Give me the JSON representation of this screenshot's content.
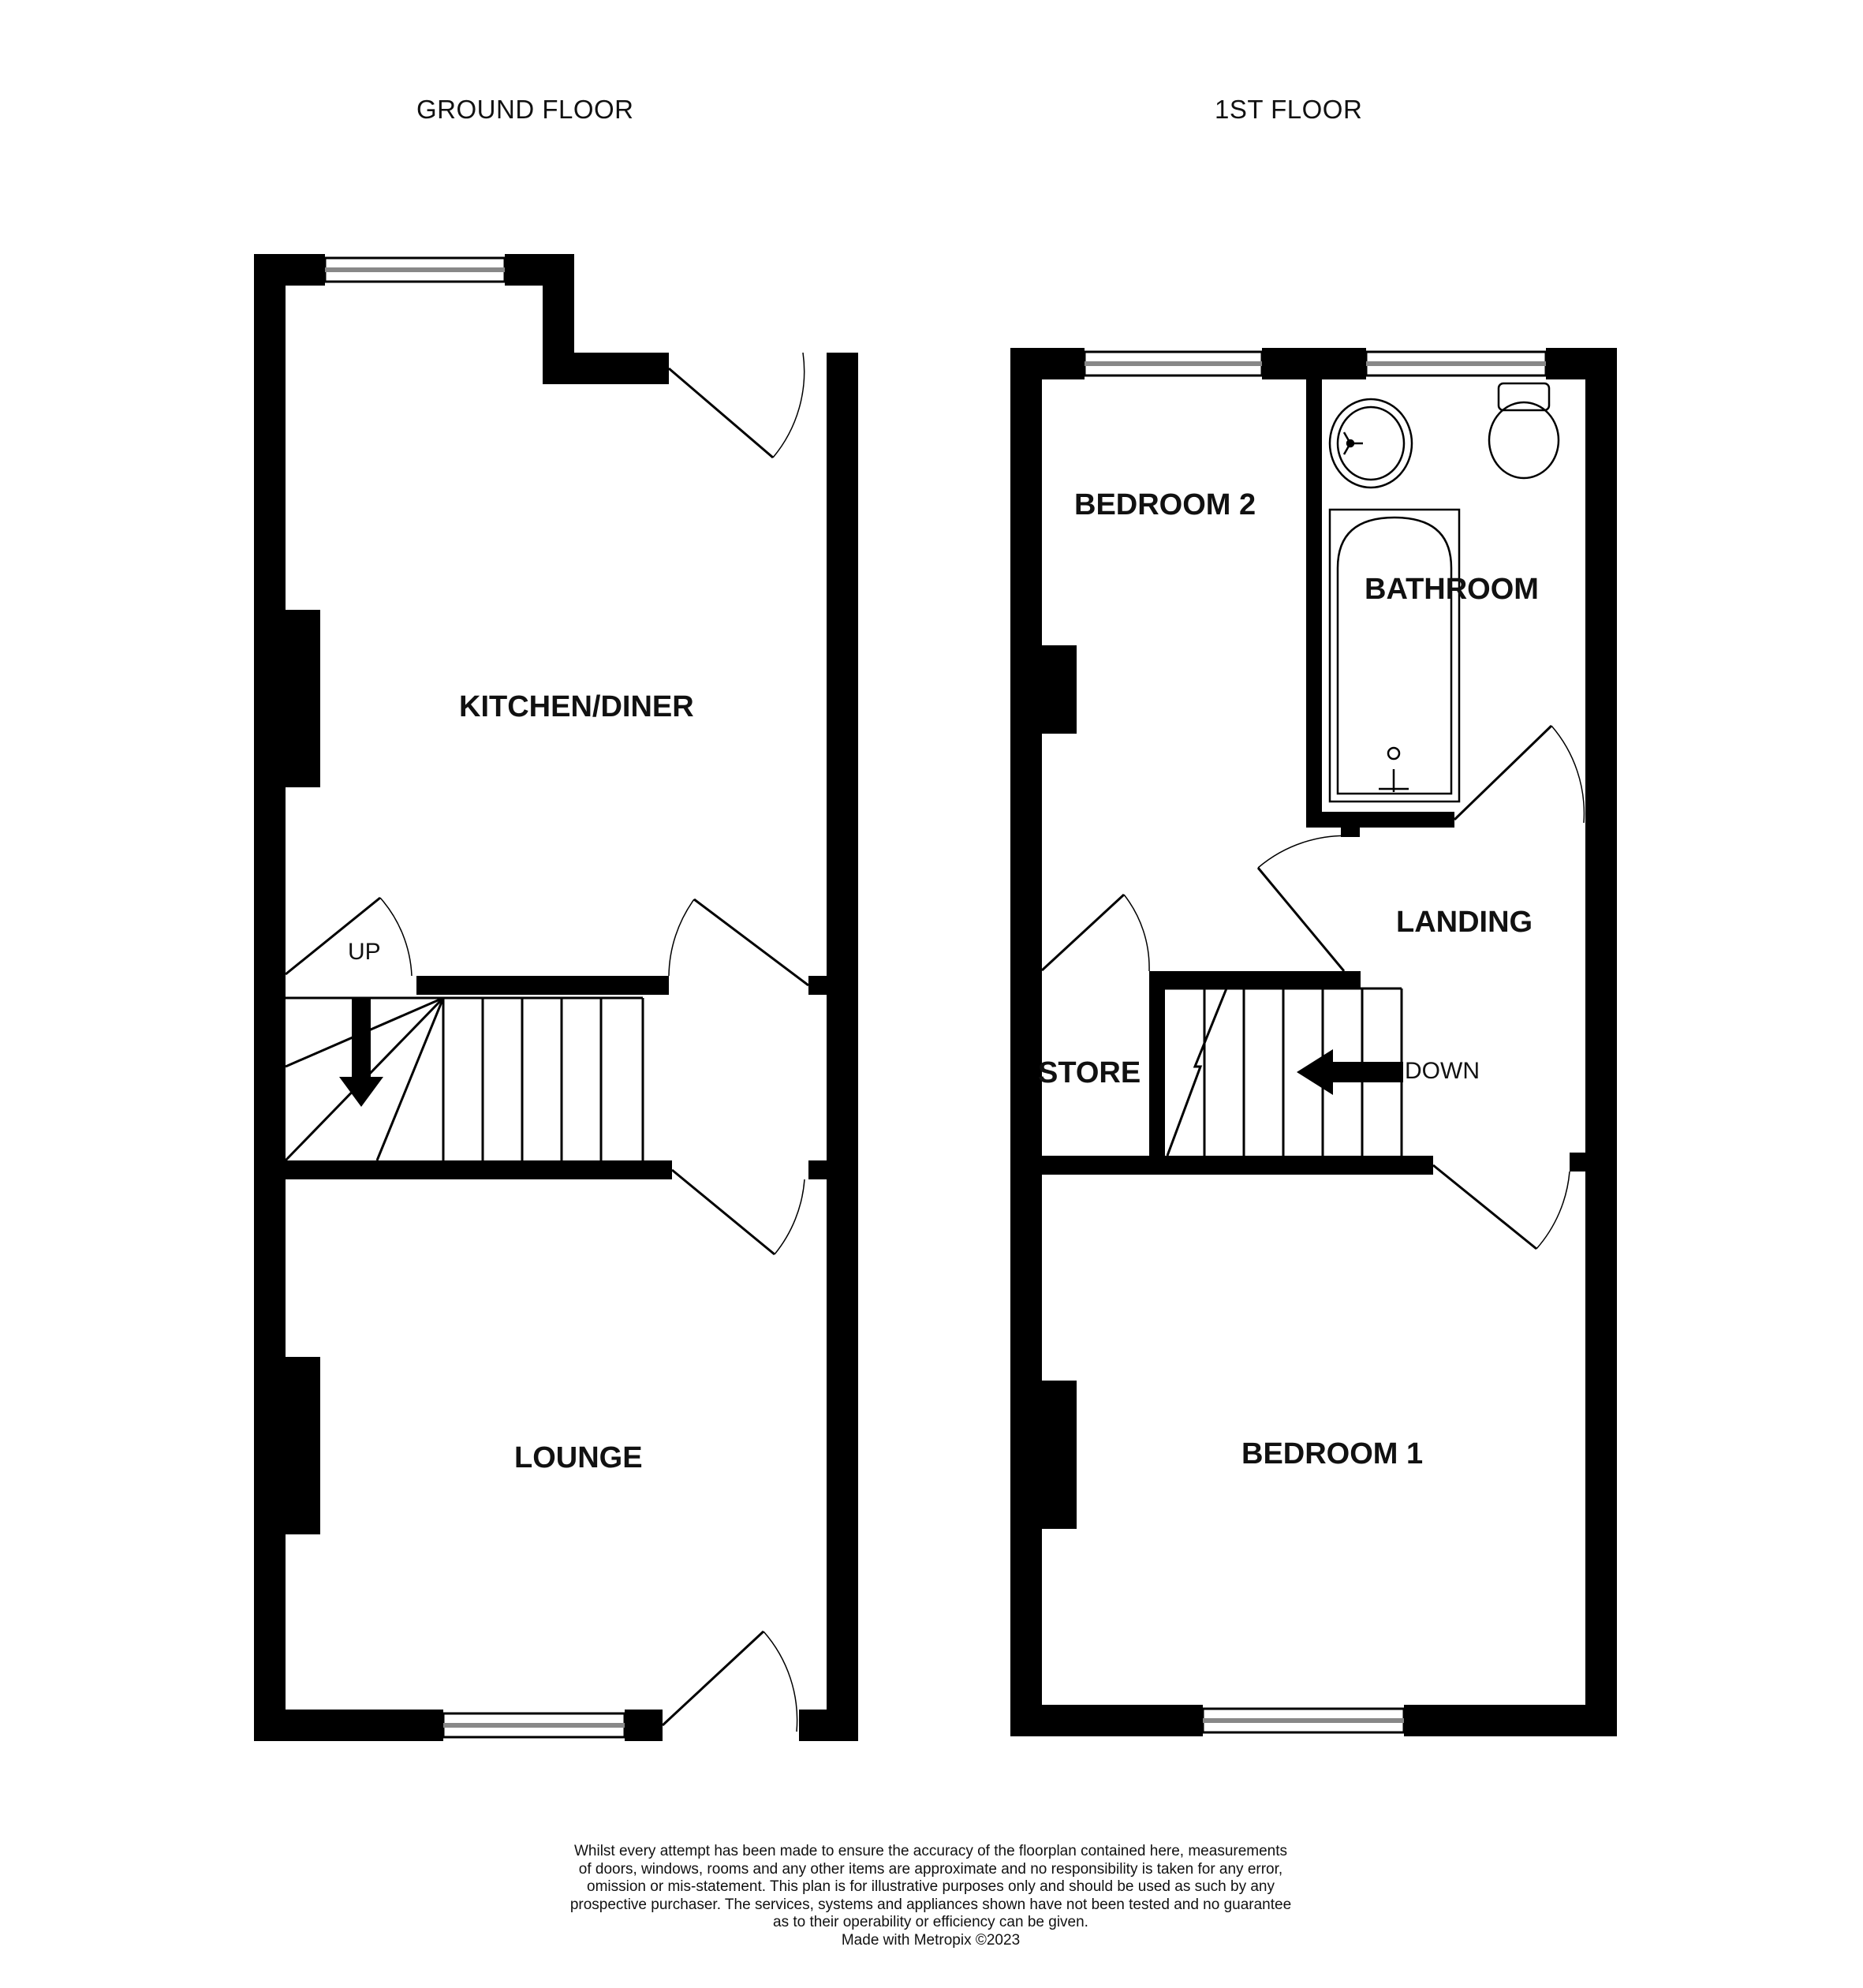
{
  "floors": [
    {
      "title": "GROUND FLOOR"
    },
    {
      "title": "1ST FLOOR"
    }
  ],
  "rooms": {
    "kitchen_diner": "KITCHEN/DINER",
    "lounge": "LOUNGE",
    "bedroom_2": "BEDROOM 2",
    "bathroom": "BATHROOM",
    "landing": "LANDING",
    "store": "STORE",
    "bedroom_1": "BEDROOM 1"
  },
  "stairs": {
    "up_label": "UP",
    "down_label": "DOWN"
  },
  "disclaimer": {
    "lines": [
      "Whilst every attempt has been made to ensure the accuracy of the floorplan contained here, measurements",
      "of doors, windows, rooms and any other items are approximate and no responsibility is taken for any error,",
      "omission or mis-statement. This plan is for illustrative purposes only and should be used as such by any",
      "prospective purchaser. The services, systems and appliances shown have not been tested and no guarantee",
      "as to their operability or efficiency can be given."
    ],
    "credit": "Made with Metropix ©2023"
  },
  "colors": {
    "wall": "#000000",
    "background": "#ffffff",
    "window": "#888888"
  }
}
